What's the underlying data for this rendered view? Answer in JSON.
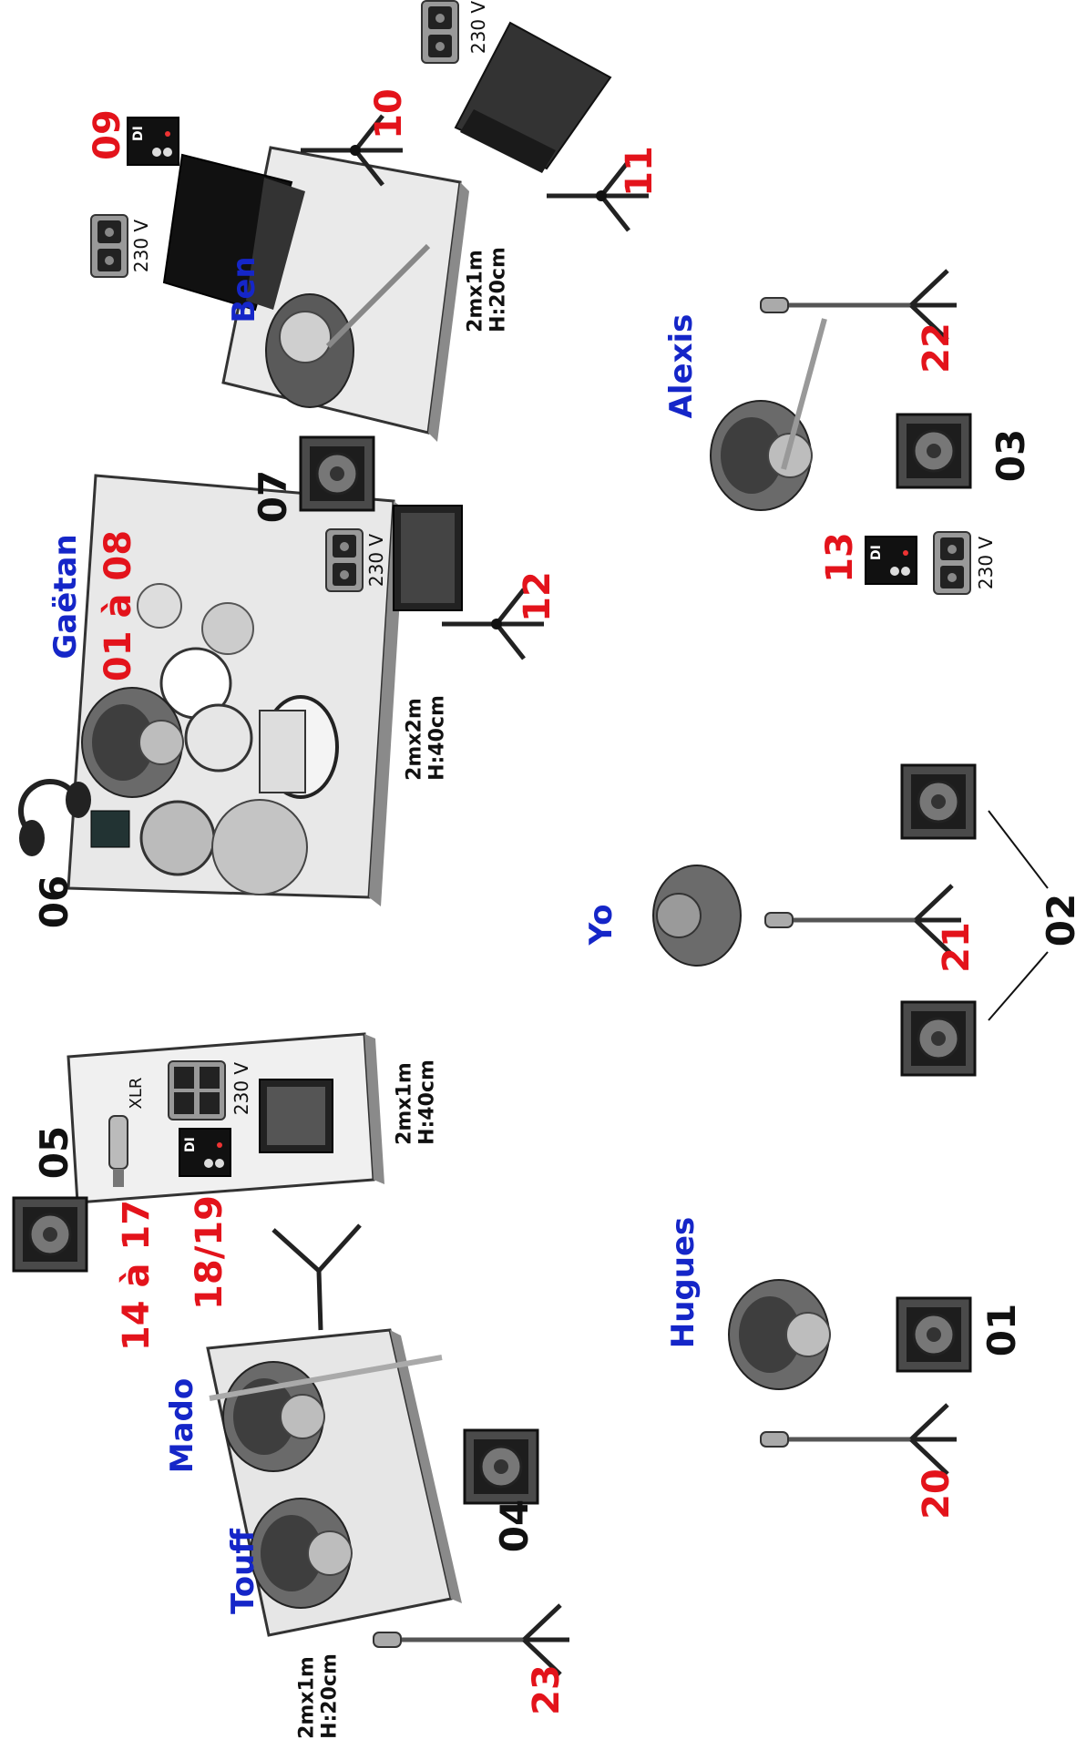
{
  "musicians": {
    "ben": "Ben",
    "gaetan": "Gaëtan",
    "alexis": "Alexis",
    "yo": "Yo",
    "hugues": "Hugues",
    "mado": "Mado",
    "touff": "Touff"
  },
  "inputs": {
    "ch09": "09",
    "ch10": "10",
    "ch11": "11",
    "ch12": "12",
    "ch13": "13",
    "drums": "01 à 08",
    "horns": "14 à 17",
    "di_keys": "18/19",
    "ch20": "20",
    "ch21": "21",
    "ch22": "22",
    "ch23": "23"
  },
  "monitors": {
    "m01": "01",
    "m02": "02",
    "m03": "03",
    "m04": "04",
    "m05": "05",
    "m06": "06",
    "m07": "07"
  },
  "risers": {
    "bass_line1": "2mx1m",
    "bass_line2": "H:20cm",
    "drums_line1": "2mx2m",
    "drums_line2": "H:40cm",
    "keys_line1": "2mx1m",
    "keys_line2": "H:40cm",
    "horns_line1": "2mx1m",
    "horns_line2": "H:20cm"
  },
  "power": {
    "label": "230 V"
  },
  "connectors": {
    "xlr": "XLR",
    "di": "DI"
  },
  "colors": {
    "input_red": "#e3131b",
    "name_blue": "#1526c8",
    "monitor_black": "#111111"
  }
}
